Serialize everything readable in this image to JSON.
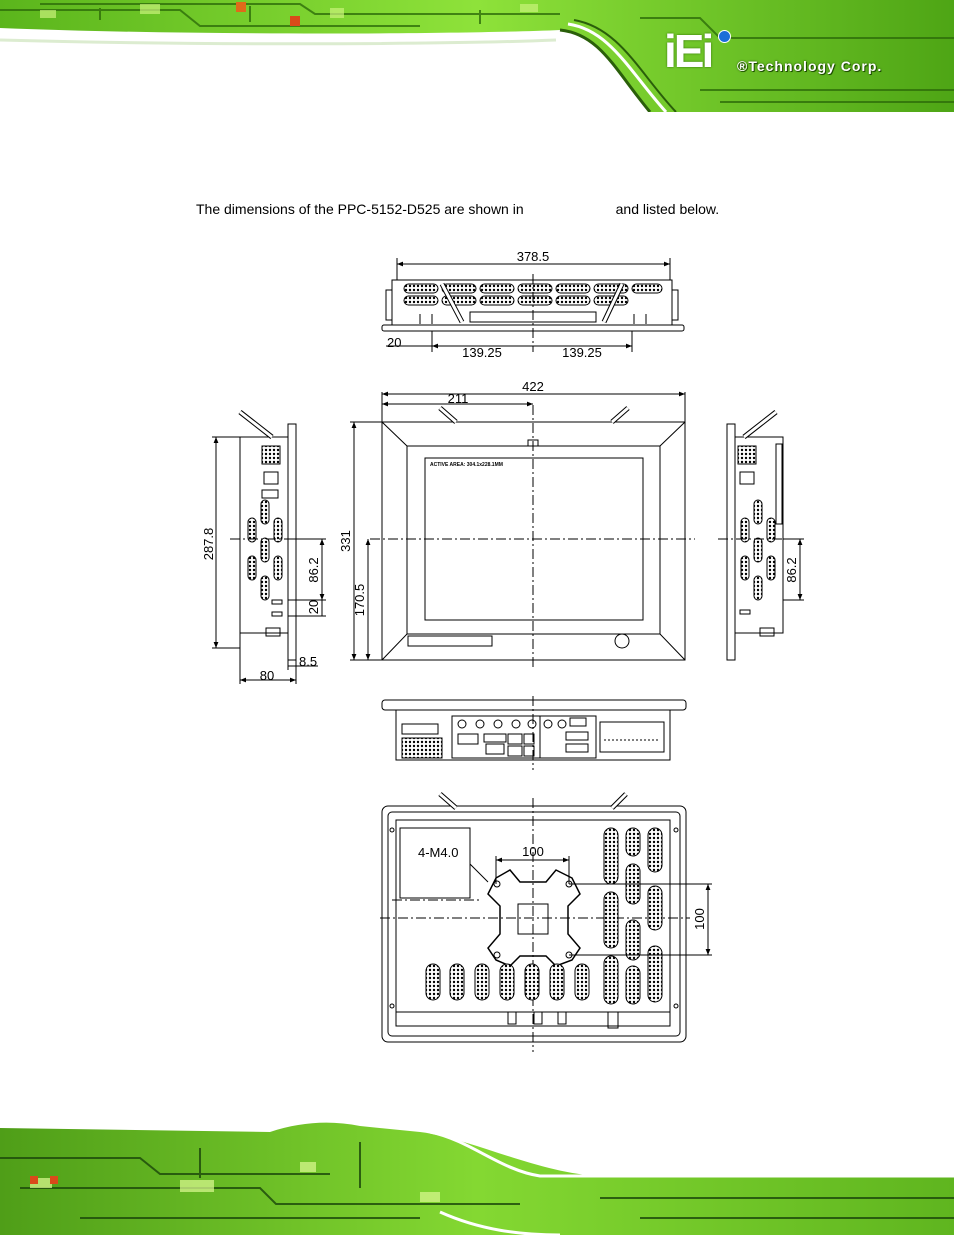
{
  "header": {
    "logo_letters": "iEi",
    "company": "®Technology Corp."
  },
  "intro": {
    "before_ref": "The dimensions of the PPC-5152-D525 are shown in",
    "after_ref": "and listed below."
  },
  "drawing": {
    "top_view": {
      "overall_width": "378.5",
      "edge_offset": "20",
      "left_half": "139.25",
      "right_half": "139.25"
    },
    "front_view": {
      "overall_width": "422",
      "half_width": "211",
      "overall_height": "331",
      "center_height": "170.5",
      "screen_label": "ACTIVE AREA: 304.1x228.1MM"
    },
    "left_side_view": {
      "height": "287.8",
      "vent_height": "86.2",
      "vent_offset": "20",
      "depth": "80",
      "bezel_thickness": "8.5"
    },
    "right_side_view": {
      "vent_height": "86.2"
    },
    "rear_view": {
      "screw_spec": "4-M4.0",
      "vesa_width": "100",
      "vesa_height": "100"
    }
  },
  "colors": {
    "pcb_green": "#7ad82a",
    "pcb_dark": "#1f4d0c",
    "line": "#000000"
  }
}
